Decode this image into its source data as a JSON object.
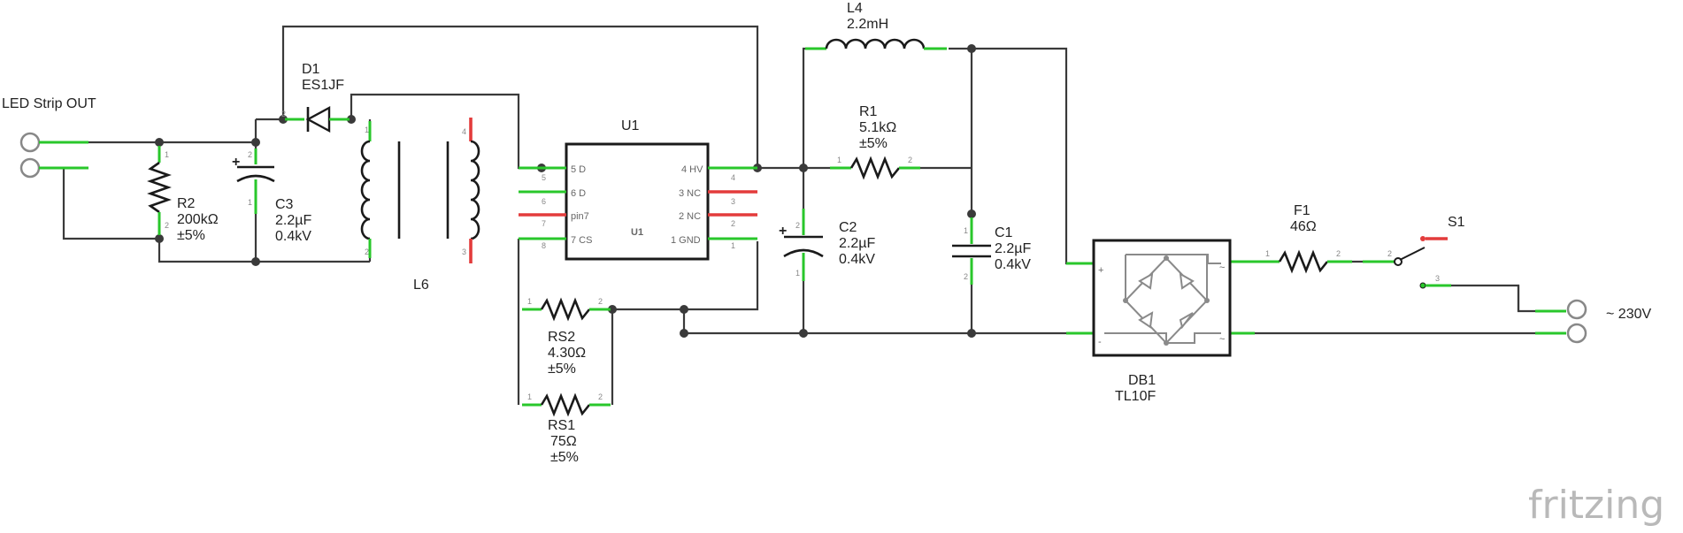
{
  "labels": {
    "led_strip_out": "LED Strip OUT",
    "ac_in": "~ 230V",
    "logo": "fritzing"
  },
  "components": {
    "d1": {
      "ref": "D1",
      "value": "ES1JF"
    },
    "l4": {
      "ref": "L4",
      "value": "2.2mH"
    },
    "u1": {
      "ref": "U1",
      "inner": "U1",
      "pins_left": [
        "5 D",
        "6 D",
        "pin7",
        "7 CS"
      ],
      "pins_right": [
        "4 HV",
        "3 NC",
        "2 NC",
        "1 GND"
      ],
      "pin_numbers_left": [
        "5",
        "6",
        "7",
        "8"
      ],
      "pin_numbers_right": [
        "4",
        "3",
        "2",
        "1"
      ]
    },
    "r1": {
      "ref": "R1",
      "value": "5.1kΩ",
      "tol": "±5%"
    },
    "r2": {
      "ref": "R2",
      "value": "200kΩ",
      "tol": "±5%"
    },
    "c3": {
      "ref": "C3",
      "value": "2.2µF",
      "volt": "0.4kV"
    },
    "c2": {
      "ref": "C2",
      "value": "2.2µF",
      "volt": "0.4kV"
    },
    "c1": {
      "ref": "C1",
      "value": "2.2µF",
      "volt": "0.4kV"
    },
    "l6": {
      "ref": "L6",
      "pin1": "1",
      "pin2": "2",
      "pin3": "3",
      "pin4": "4"
    },
    "rs2": {
      "ref": "RS2",
      "value": "4.30Ω",
      "tol": "±5%"
    },
    "rs1": {
      "ref": "RS1",
      "value": "75Ω",
      "tol": "±5%"
    },
    "f1": {
      "ref": "F1",
      "value": "46Ω"
    },
    "s1": {
      "ref": "S1"
    },
    "db1": {
      "ref": "DB1",
      "value": "TL10F",
      "plus": "+",
      "minus": "-",
      "ac1": "~",
      "ac2": "~"
    }
  },
  "pin_labels": {
    "one": "1",
    "two": "2",
    "three": "3"
  },
  "colors": {
    "connected": "#29c72b",
    "unconnected": "#e33b3b",
    "wire": "#3a3a3a"
  }
}
